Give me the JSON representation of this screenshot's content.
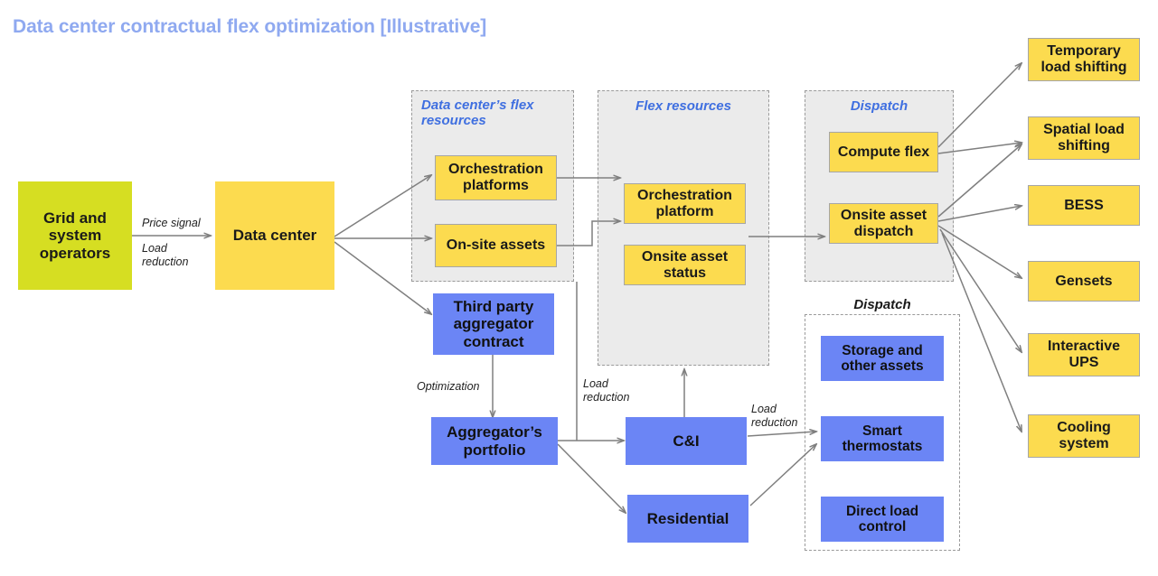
{
  "page": {
    "title": "Data center contractual flex optimization [Illustrative]",
    "title_color": "#8fa9f0",
    "background": "#ffffff"
  },
  "palette": {
    "green": "#d6de22",
    "yellow": "#fcdb4f",
    "blue": "#6b85f5",
    "group_fill": "#ebebeb",
    "group_border": "#9a9a9a",
    "connector": "#7f7f7f",
    "group_title_blue": "#3f6fe0"
  },
  "nodes": {
    "grid_operators": "Grid and system operators",
    "data_center": "Data center",
    "orchestration_platforms": "Orchestration platforms",
    "onsite_assets": "On-site assets",
    "third_party_contract": "Third party aggregator contract",
    "aggregator_portfolio": "Aggregator’s portfolio",
    "orchestration_platform": "Orchestration platform",
    "onsite_asset_status": "Onsite asset status",
    "compute_flex": "Compute flex",
    "onsite_asset_dispatch": "Onsite asset dispatch",
    "ci": "C&I",
    "residential": "Residential",
    "storage_other_assets": "Storage and other assets",
    "smart_thermostats": "Smart thermostats",
    "direct_load_control": "Direct load control",
    "temporary_load_shifting": "Temporary load shifting",
    "spatial_load_shifting": "Spatial load shifting",
    "bess": "BESS",
    "gensets": "Gensets",
    "interactive_ups": "Interactive UPS",
    "cooling_system": "Cooling system"
  },
  "groups": {
    "dc_flex_resources": "Data center’s flex resources",
    "flex_resources": "Flex resources",
    "dispatch_top": "Dispatch",
    "dispatch_bottom": "Dispatch"
  },
  "edge_labels": {
    "price_signal": "Price signal",
    "load_reduction_grid": "Load reduction",
    "optimization": "Optimization",
    "load_reduction_mid": "Load reduction",
    "load_reduction_right": "Load reduction"
  }
}
